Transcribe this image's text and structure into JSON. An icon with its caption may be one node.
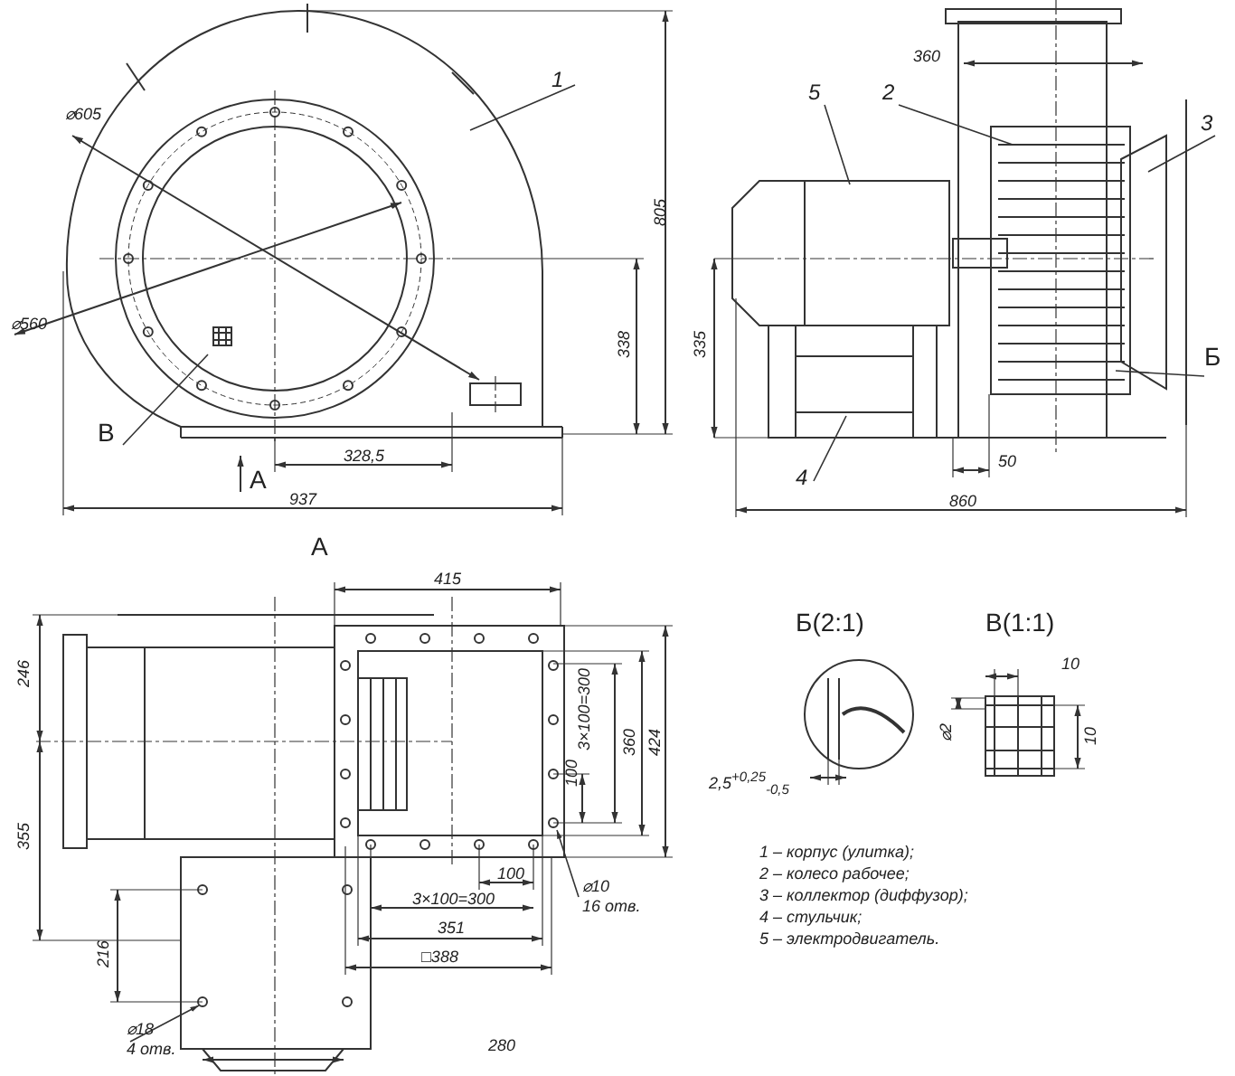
{
  "diagram": {
    "nodes": [
      {
        "text": [
          "1"
        ]
      },
      {
        "text": [
          "5"
        ]
      },
      {
        "text": [
          "2"
        ]
      },
      {
        "text": [
          "3"
        ]
      },
      {
        "text": [
          "В"
        ]
      },
      {
        "text": [
          "Б"
        ]
      },
      {
        "text": [
          "4"
        ]
      },
      {
        "text": [
          "⌀10",
          "16 отв."
        ]
      },
      {
        "text": [
          "⌀18",
          "4 отв."
        ]
      }
    ],
    "edges": [
      {
        "from": 0,
        "to": null,
        "arrow": "none"
      },
      {
        "from": 1,
        "to": null,
        "arrow": "none"
      },
      {
        "from": 2,
        "to": null,
        "arrow": "none"
      },
      {
        "from": 3,
        "to": null,
        "arrow": "none"
      },
      {
        "from": 4,
        "to": null,
        "arrow": "none"
      },
      {
        "from": 5,
        "to": null,
        "arrow": "none"
      },
      {
        "from": 6,
        "to": null,
        "arrow": "none"
      },
      {
        "from": 7,
        "to": null,
        "arrow": "to"
      },
      {
        "from": 8,
        "to": null,
        "arrow": "to"
      }
    ],
    "labels": [
      "⌀605",
      "805",
      "⌀560",
      "338",
      "328,5",
      "А",
      "937",
      "360",
      "335",
      "50",
      "860",
      "А",
      "415",
      "246",
      "3×100=300",
      "360",
      "424",
      "100",
      "355",
      "100",
      "3×100=300",
      "351",
      "□388",
      "216",
      "280",
      "Б(2:1)",
      "В(1:1)",
      "2,5$^{+0,25}$$_{-0,5}$",
      "10",
      "⌀2",
      "10",
      "1 – корпус (улитка);",
      "2 – колесо рабочее;",
      "3 – коллектор (диффузор);",
      "4 – стульчик;",
      "5 – электродвигатель."
    ]
  }
}
